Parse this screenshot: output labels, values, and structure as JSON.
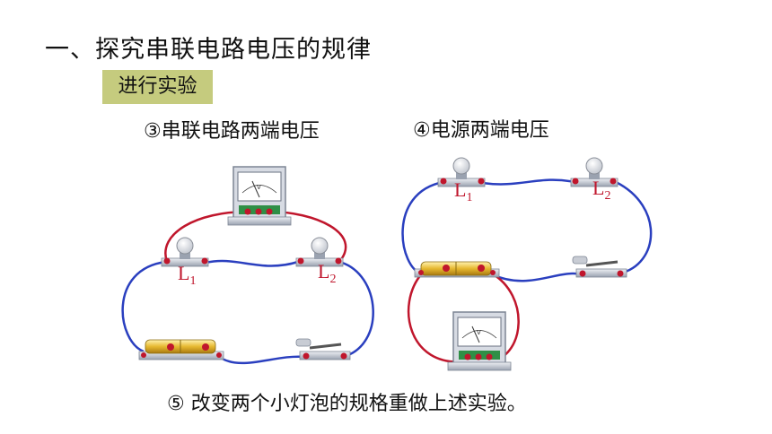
{
  "title": "一、探究串联电路电压的规律",
  "tag": "进行实验",
  "left_caption": "③串联电路两端电压",
  "right_caption": "④电源两端电压",
  "bottom_text": "⑤  改变两个小灯泡的规格重做上述实验。",
  "labels": {
    "L1": "L",
    "L1_sub": "1",
    "L2": "L",
    "L2_sub": "2"
  },
  "meter_unit": "V",
  "colors": {
    "blue_wire": "#2a3fbf",
    "red_wire": "#c0162c",
    "label_red": "#c0162c",
    "tag_bg": "#c5cb7e"
  }
}
